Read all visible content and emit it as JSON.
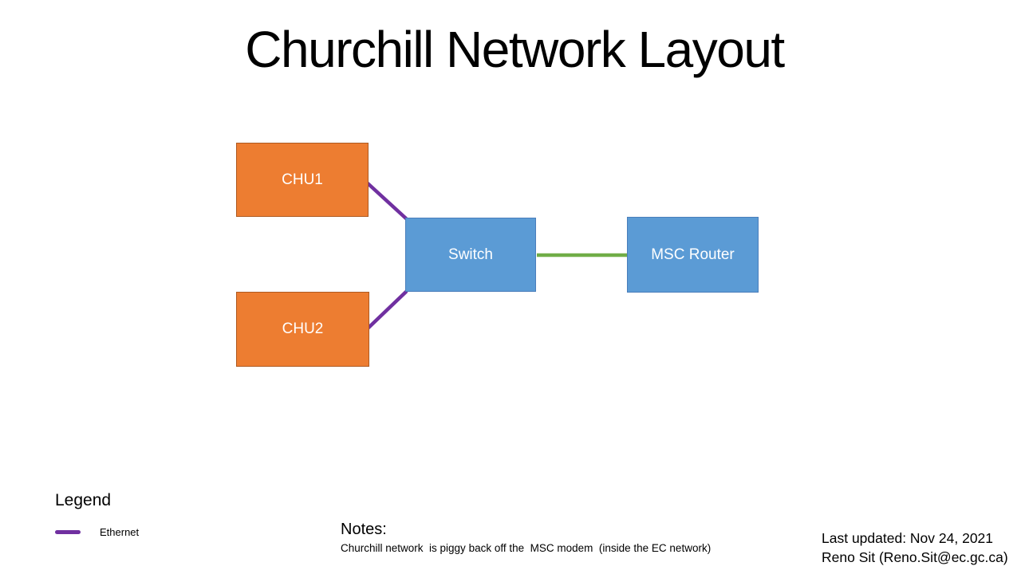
{
  "title": "Churchill Network Layout",
  "nodes": [
    {
      "id": "chu1",
      "label": "CHU1",
      "fill": "#ED7D31",
      "border": "#AE5A21"
    },
    {
      "id": "chu2",
      "label": "CHU2",
      "fill": "#ED7D31",
      "border": "#AE5A21"
    },
    {
      "id": "switch",
      "label": "Switch",
      "fill": "#5B9BD5",
      "border": "#4A7EBB"
    },
    {
      "id": "msc-router",
      "label": "MSC Router",
      "fill": "#5B9BD5",
      "border": "#4A7EBB"
    }
  ],
  "connections": [
    {
      "from": "CHU1",
      "to": "Switch",
      "type": "Ethernet",
      "color": "#7030A0"
    },
    {
      "from": "CHU2",
      "to": "Switch",
      "type": "Ethernet",
      "color": "#7030A0"
    },
    {
      "from": "Switch",
      "to": "MSC Router",
      "type": "unlabeled",
      "color": "#70AD47"
    }
  ],
  "legend": {
    "heading": "Legend",
    "items": [
      {
        "label": "Ethernet",
        "color": "#7030A0"
      }
    ]
  },
  "notes": {
    "heading": "Notes:",
    "body": "Churchill network  is piggy back off the  MSC modem  (inside the EC network)"
  },
  "footer": {
    "line1": "Last updated: Nov 24, 2021",
    "line2": "Reno Sit (Reno.Sit@ec.gc.ca)"
  },
  "colors": {
    "device_fill": "#ED7D31",
    "device_border": "#AE5A21",
    "network_fill": "#5B9BD5",
    "network_border": "#4A7EBB",
    "ethernet_line": "#7030A0",
    "uplink_line": "#70AD47",
    "background": "#FFFFFF",
    "text": "#000000"
  }
}
